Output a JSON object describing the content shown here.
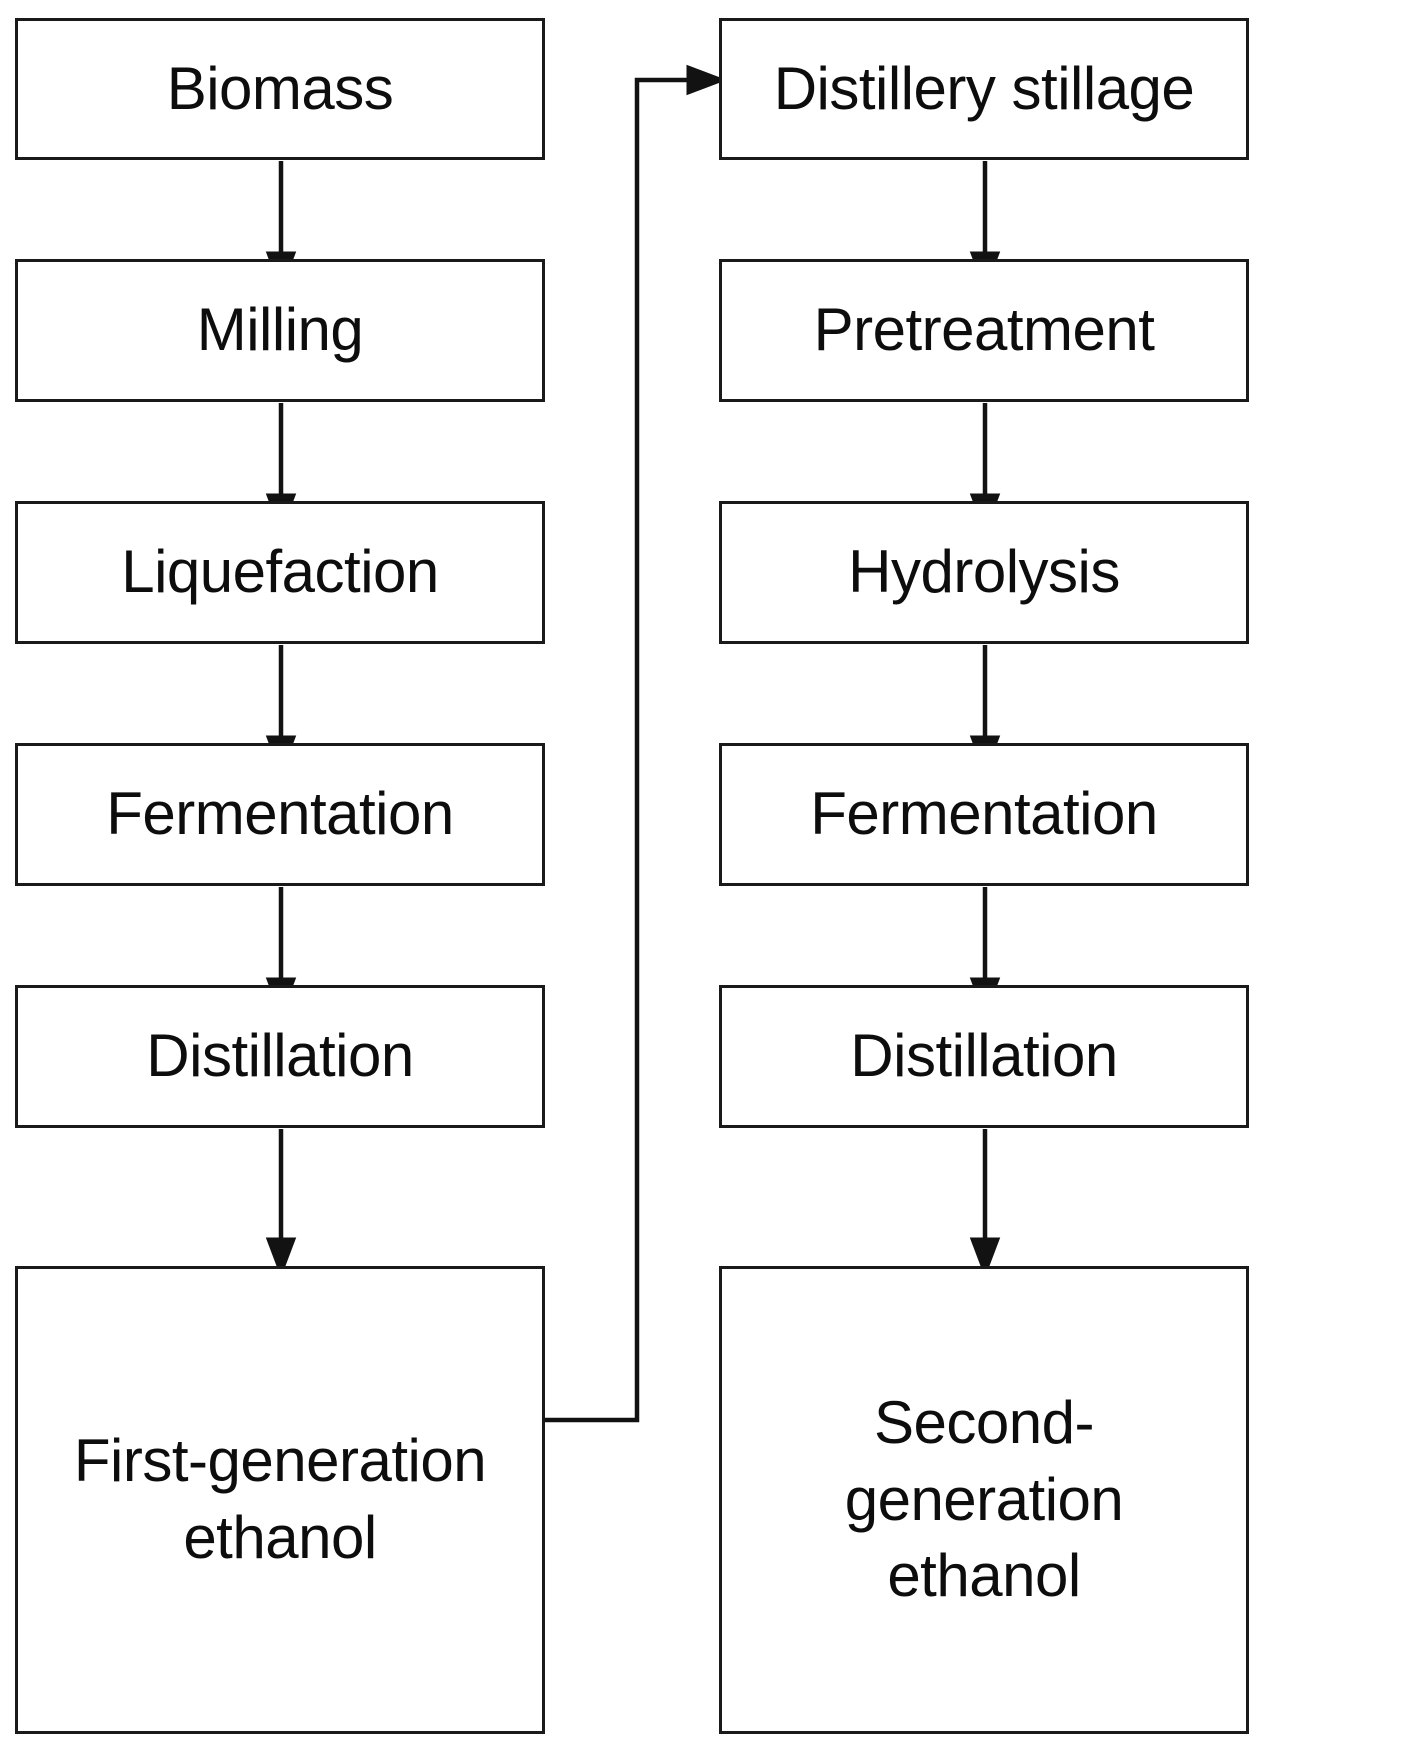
{
  "diagram": {
    "title": "Two-stage bioethanol production flowchart",
    "background_color": "#ffffff",
    "line_color": "#1a1a1a",
    "text_color": "#0d0d0d",
    "columns": [
      {
        "id": "first-generation",
        "nodes": [
          {
            "id": "biomass",
            "label": "Biomass"
          },
          {
            "id": "milling",
            "label": "Milling"
          },
          {
            "id": "liquefaction",
            "label": "Liquefaction"
          },
          {
            "id": "fermentation-1",
            "label": "Fermentation"
          },
          {
            "id": "distillation-1",
            "label": "Distillation"
          },
          {
            "id": "first-generation-ethanol",
            "label": "First-generation ethanol"
          }
        ]
      },
      {
        "id": "second-generation",
        "nodes": [
          {
            "id": "distillery-stillage",
            "label": "Distillery stillage"
          },
          {
            "id": "pretreatment",
            "label": "Pretreatment"
          },
          {
            "id": "hydrolysis",
            "label": "Hydrolysis"
          },
          {
            "id": "fermentation-2",
            "label": "Fermentation"
          },
          {
            "id": "distillation-2",
            "label": "Distillation"
          },
          {
            "id": "second-generation-ethanol",
            "label": "Second-generation ethanol"
          }
        ]
      }
    ],
    "node_labels": {
      "biomass": "Biomass",
      "milling": "Milling",
      "liquefaction": "Liquefaction",
      "fermentation_left": "Fermentation",
      "distillation_left": "Distillation",
      "first_gen_line1": "First-generation",
      "first_gen_line2": "ethanol",
      "distillery_stillage": "Distillery stillage",
      "pretreatment": "Pretreatment",
      "hydrolysis": "Hydrolysis",
      "fermentation_right": "Fermentation",
      "distillation_right": "Distillation",
      "second_gen_line1": "Second-",
      "second_gen_line2": "generation",
      "second_gen_line3": "ethanol"
    },
    "edges": [
      {
        "id": "biomass-to-milling",
        "from": "biomass",
        "to": "milling",
        "type": "arrow-down"
      },
      {
        "id": "milling-to-liquefaction",
        "from": "milling",
        "to": "liquefaction",
        "type": "arrow-down"
      },
      {
        "id": "liquefaction-to-fermentation",
        "from": "liquefaction",
        "to": "fermentation-1",
        "type": "arrow-down"
      },
      {
        "id": "fermentation-to-distillation",
        "from": "fermentation-1",
        "to": "distillation-1",
        "type": "arrow-down"
      },
      {
        "id": "distillation-to-first-gen-ethanol",
        "from": "distillation-1",
        "to": "first-generation-ethanol",
        "type": "arrow-down"
      },
      {
        "id": "first-gen-ethanol-to-stillage",
        "from": "first-generation-ethanol",
        "to": "distillery-stillage",
        "type": "elbow-arrow-right"
      },
      {
        "id": "stillage-to-pretreatment",
        "from": "distillery-stillage",
        "to": "pretreatment",
        "type": "arrow-down"
      },
      {
        "id": "pretreatment-to-hydrolysis",
        "from": "pretreatment",
        "to": "hydrolysis",
        "type": "arrow-down"
      },
      {
        "id": "hydrolysis-to-fermentation",
        "from": "hydrolysis",
        "to": "fermentation-2",
        "type": "arrow-down"
      },
      {
        "id": "fermentation-to-distillation-2",
        "from": "fermentation-2",
        "to": "distillation-2",
        "type": "arrow-down"
      },
      {
        "id": "distillation-to-second-gen-ethanol",
        "from": "distillation-2",
        "to": "second-generation-ethanol",
        "type": "arrow-down"
      }
    ]
  }
}
